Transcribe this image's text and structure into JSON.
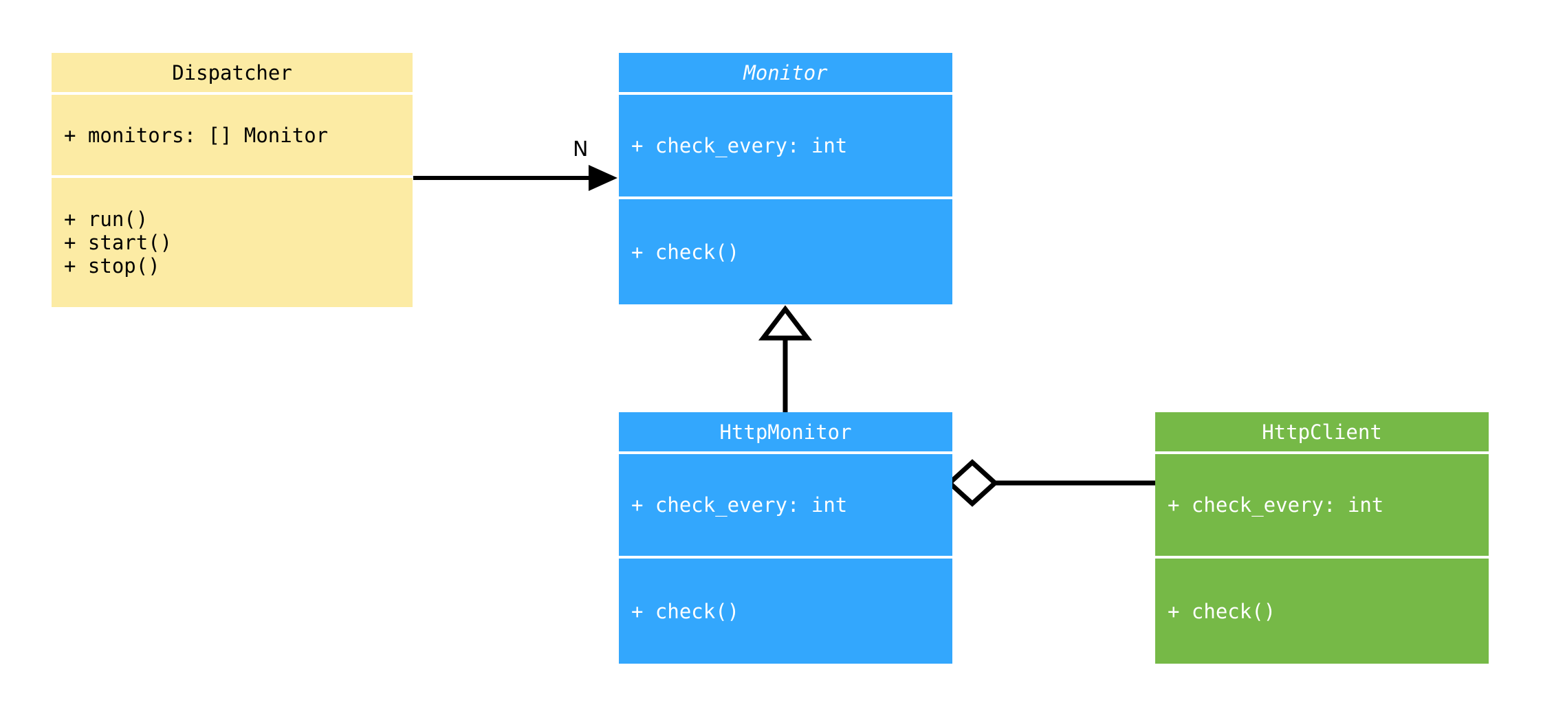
{
  "diagram": {
    "type": "uml-class-diagram",
    "background": "#ffffff",
    "palette": {
      "cream": "#fceba4",
      "blue": "#33a7fd",
      "green": "#76b947",
      "line": "#000000",
      "dark_text": "#000000",
      "light_text": "#ffffff"
    }
  },
  "classes": {
    "dispatcher": {
      "name": "Dispatcher",
      "abstract": false,
      "color": "#fceba4",
      "attributes": [
        "+ monitors: [] Monitor"
      ],
      "methods": [
        "+ run()",
        "+ start()",
        "+ stop()"
      ]
    },
    "monitor": {
      "name": "Monitor",
      "abstract": true,
      "color": "#33a7fd",
      "attributes": [
        "+ check_every: int"
      ],
      "methods": [
        "+ check()"
      ]
    },
    "http_monitor": {
      "name": "HttpMonitor",
      "abstract": false,
      "color": "#33a7fd",
      "attributes": [
        "+ check_every: int"
      ],
      "methods": [
        "+ check()"
      ]
    },
    "http_client": {
      "name": "HttpClient",
      "abstract": false,
      "color": "#76b947",
      "attributes": [
        "+ check_every: int"
      ],
      "methods": [
        "+ check()"
      ]
    }
  },
  "relationships": {
    "dispatcher_to_monitor": {
      "kind": "association",
      "from": "Dispatcher",
      "to": "Monitor",
      "multiplicity_label": "N",
      "arrowhead": "filled-arrow"
    },
    "http_monitor_to_monitor": {
      "kind": "generalization",
      "from": "HttpMonitor",
      "to": "Monitor",
      "multiplicity_label": "",
      "arrowhead": "hollow-triangle"
    },
    "http_monitor_to_http_client": {
      "kind": "aggregation",
      "from": "HttpMonitor",
      "to": "HttpClient",
      "multiplicity_label": "",
      "arrowhead": "hollow-diamond"
    }
  }
}
